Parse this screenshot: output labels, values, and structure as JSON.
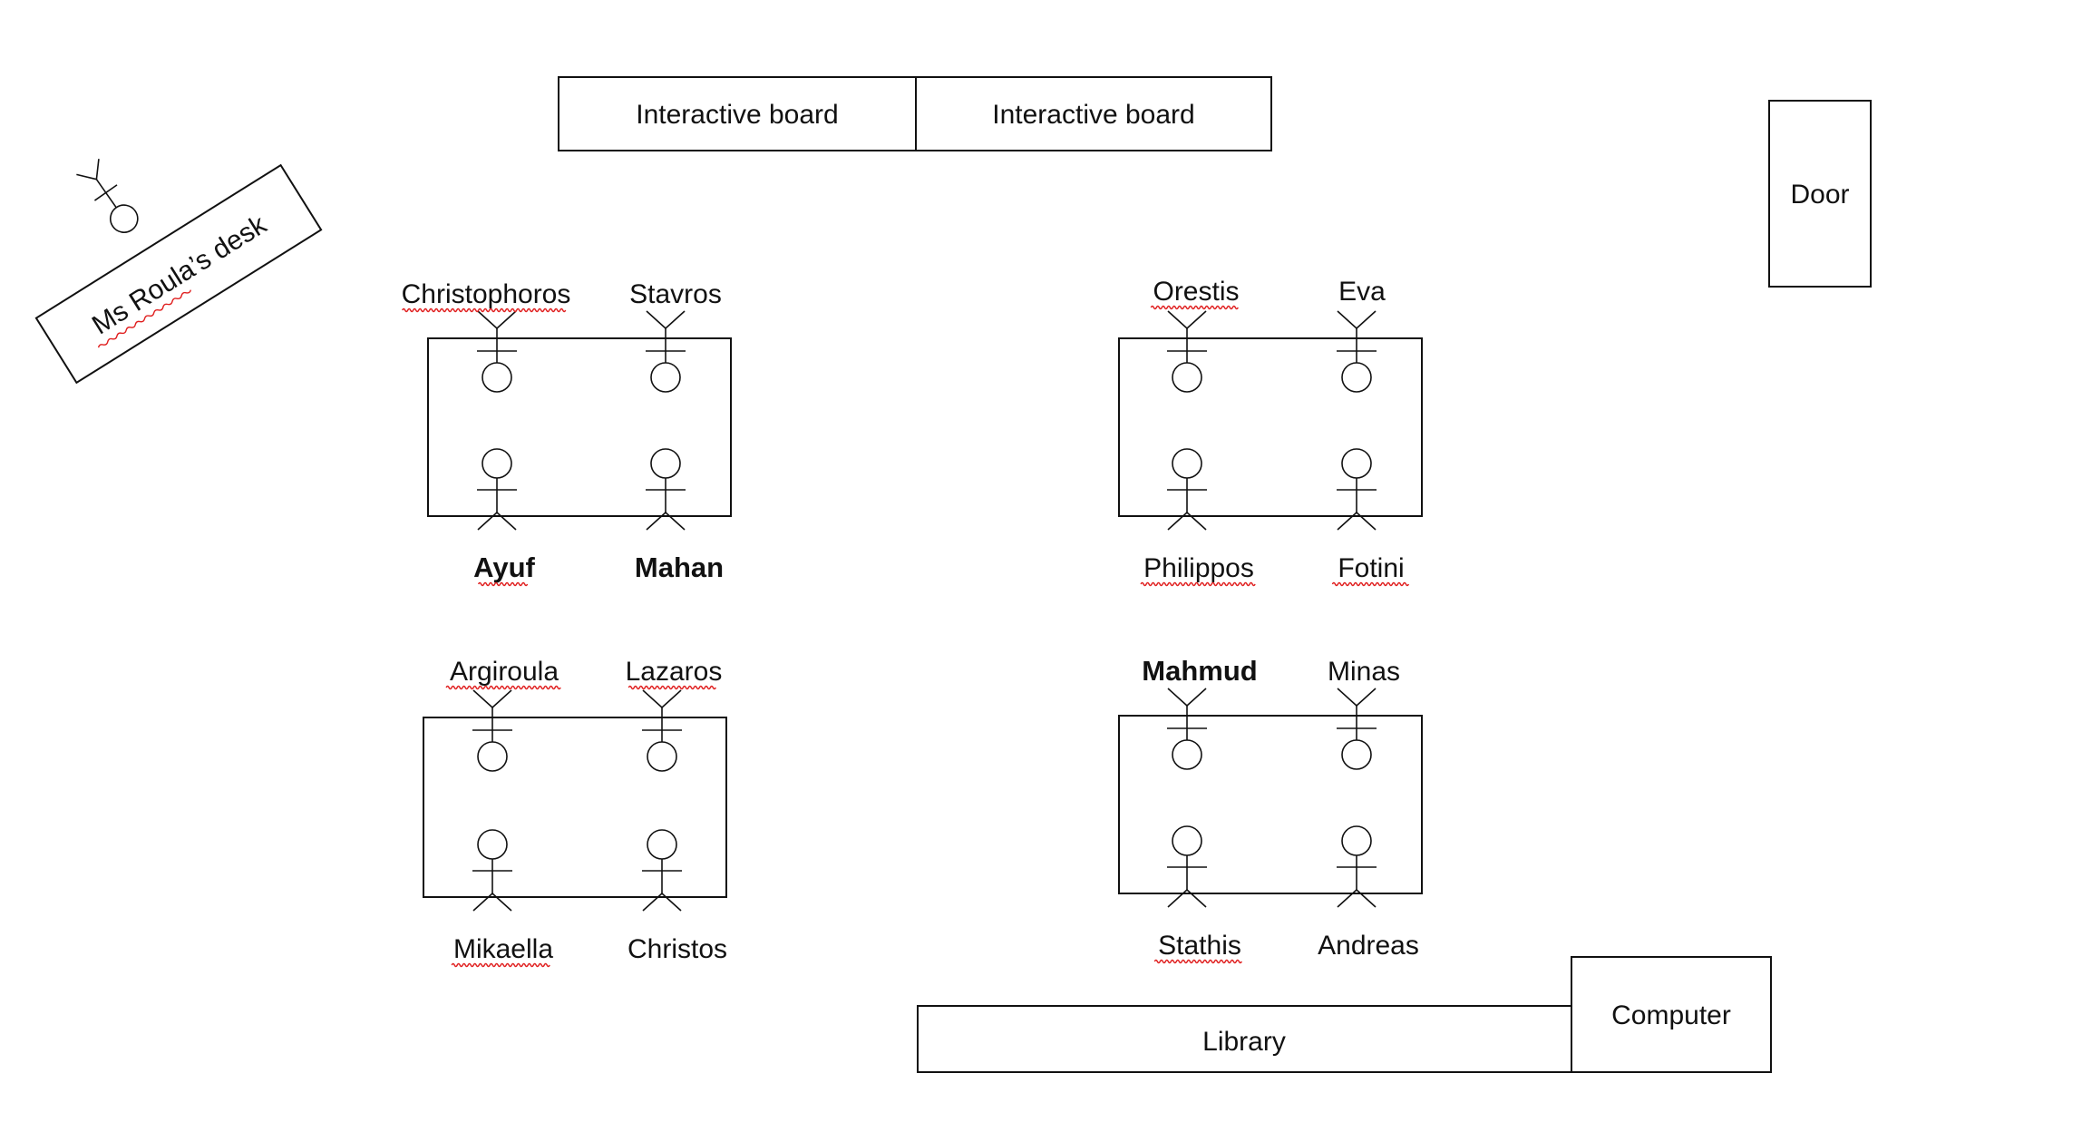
{
  "room": {
    "boards": [
      "Interactive board",
      "Interactive board"
    ],
    "door": "Door",
    "teacher_desk": "Ms Roula’s desk",
    "library": "Library",
    "computer": "Computer"
  },
  "tables": [
    {
      "name": "table-top-left",
      "top": [
        {
          "name": "Christophoros",
          "bold": false,
          "flag": true
        },
        {
          "name": "Stavros",
          "bold": false,
          "flag": false
        }
      ],
      "bottom": [
        {
          "name": "Ayuf",
          "bold": true,
          "flag": true
        },
        {
          "name": "Mahan",
          "bold": true,
          "flag": false
        }
      ]
    },
    {
      "name": "table-top-right",
      "top": [
        {
          "name": "Orestis",
          "bold": false,
          "flag": true
        },
        {
          "name": "Eva",
          "bold": false,
          "flag": false
        }
      ],
      "bottom": [
        {
          "name": "Philippos",
          "bold": false,
          "flag": true
        },
        {
          "name": "Fotini",
          "bold": false,
          "flag": true
        }
      ]
    },
    {
      "name": "table-bottom-left",
      "top": [
        {
          "name": "Argiroula",
          "bold": false,
          "flag": true
        },
        {
          "name": "Lazaros",
          "bold": false,
          "flag": true
        }
      ],
      "bottom": [
        {
          "name": "Mikaella",
          "bold": false,
          "flag": true
        },
        {
          "name": "Christos",
          "bold": false,
          "flag": false
        }
      ]
    },
    {
      "name": "table-bottom-right",
      "top": [
        {
          "name": "Mahmud",
          "bold": true,
          "flag": false
        },
        {
          "name": "Minas",
          "bold": false,
          "flag": false
        }
      ],
      "bottom": [
        {
          "name": "Stathis",
          "bold": false,
          "flag": true
        },
        {
          "name": "Andreas",
          "bold": false,
          "flag": false
        }
      ]
    }
  ]
}
